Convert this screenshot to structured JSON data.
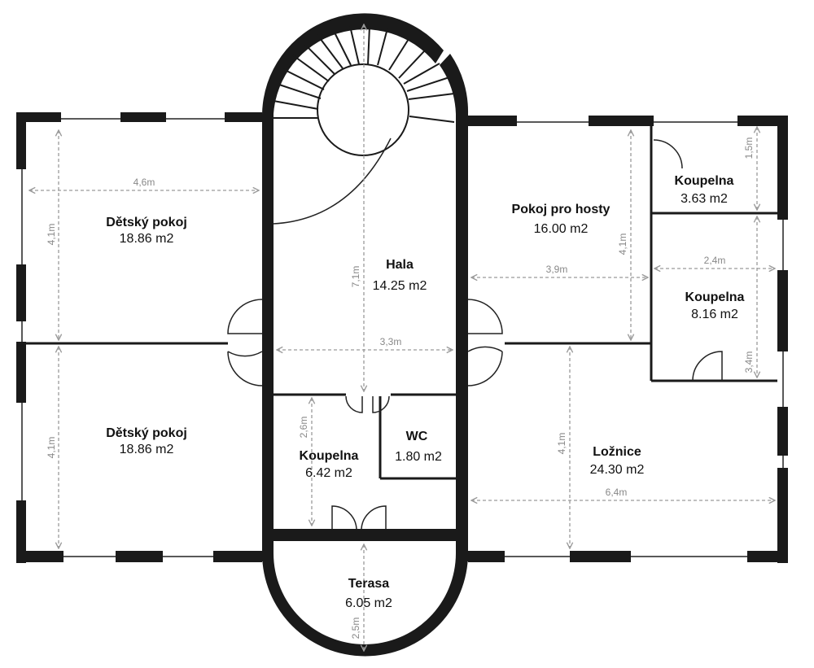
{
  "rooms": [
    {
      "name": "Dětský pokoj",
      "area": "18.86 m2"
    },
    {
      "name": "Dětský pokoj",
      "area": "18.86 m2"
    },
    {
      "name": "Hala",
      "area": "14.25 m2"
    },
    {
      "name": "Pokoj pro hosty",
      "area": "16.00 m2"
    },
    {
      "name": "Koupelna",
      "area": "3.63 m2"
    },
    {
      "name": "Koupelna",
      "area": "8.16 m2"
    },
    {
      "name": "Koupelna",
      "area": "6.42 m2"
    },
    {
      "name": "WC",
      "area": "1.80 m2"
    },
    {
      "name": "Ložnice",
      "area": "24.30 m2"
    },
    {
      "name": "Terasa",
      "area": "6.05 m2"
    }
  ],
  "dimensions": [
    "4,6m",
    "4,1m",
    "4,1m",
    "7,1m",
    "3,3m",
    "3,9m",
    "4,1m",
    "1,5m",
    "2,4m",
    "3,4m",
    "2,6m",
    "4,1m",
    "6,4m",
    "2,5m"
  ],
  "colors": {
    "wall": "#1a1a1a",
    "dimension": "#9a9a9a"
  }
}
